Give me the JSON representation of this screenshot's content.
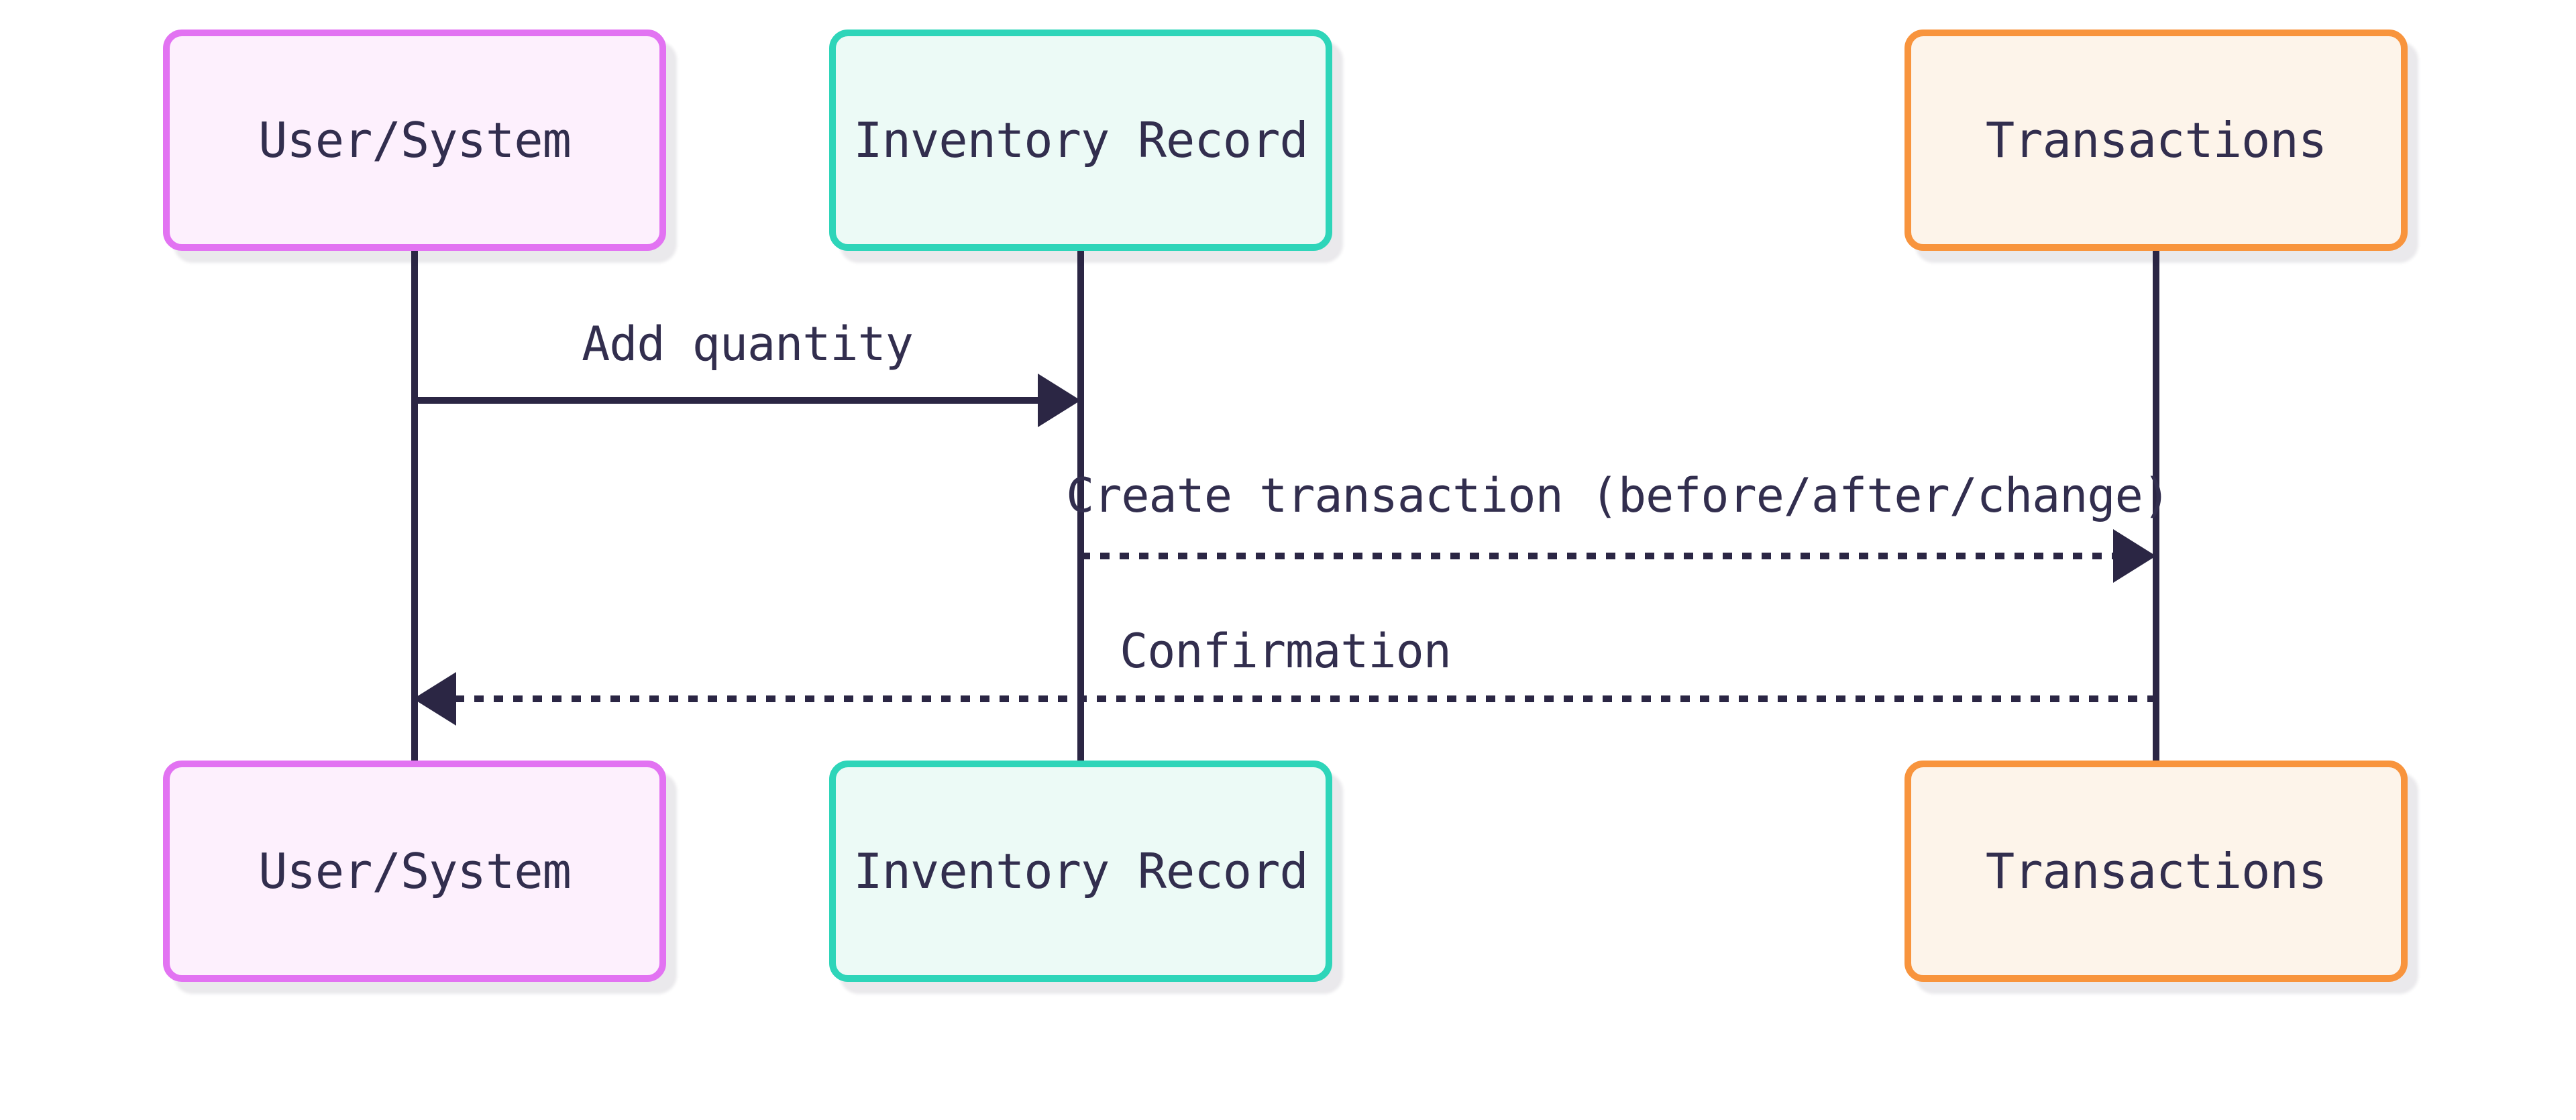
{
  "diagram": {
    "type": "sequence-diagram",
    "background": "#ffffff",
    "line_color": "#2b2644",
    "text_color": "#322e4e",
    "participants": [
      {
        "id": "user-system",
        "label": "User/System",
        "border_color": "#e273f2",
        "fill_color": "#fdf0fd"
      },
      {
        "id": "inventory-record",
        "label": "Inventory Record",
        "border_color": "#2ed5b9",
        "fill_color": "#ecfaf6"
      },
      {
        "id": "transactions",
        "label": "Transactions",
        "border_color": "#f8943d",
        "fill_color": "#fdf4ea"
      }
    ],
    "messages": [
      {
        "from": "user-system",
        "to": "inventory-record",
        "label": "Add quantity",
        "line_style": "solid",
        "direction": "right"
      },
      {
        "from": "inventory-record",
        "to": "transactions",
        "label": "Create transaction (before/after/change)",
        "line_style": "dotted",
        "direction": "right"
      },
      {
        "from": "transactions",
        "to": "user-system",
        "label": "Confirmation",
        "line_style": "dotted",
        "direction": "left"
      }
    ]
  }
}
